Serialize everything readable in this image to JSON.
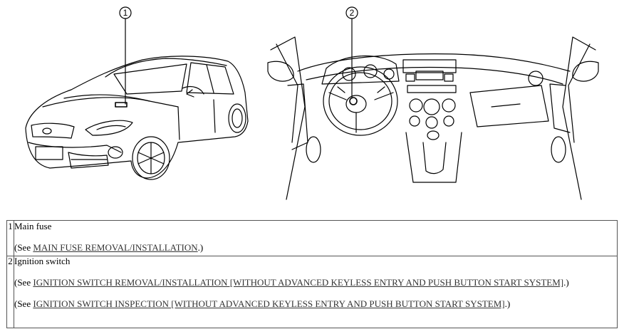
{
  "figure": {
    "callouts": [
      "1",
      "2"
    ]
  },
  "table": {
    "rows": [
      {
        "num": "1",
        "title": "Main fuse",
        "refs": [
          {
            "prefix": "(See ",
            "link": "MAIN FUSE REMOVAL/INSTALLATION",
            "suffix": ".)"
          }
        ]
      },
      {
        "num": "2",
        "title": "Ignition switch",
        "refs": [
          {
            "prefix": "(See ",
            "link": "IGNITION SWITCH REMOVAL/INSTALLATION [WITHOUT ADVANCED KEYLESS ENTRY AND PUSH BUTTON START SYSTEM]",
            "suffix": ".)"
          },
          {
            "prefix": "(See ",
            "link": "IGNITION SWITCH INSPECTION [WITHOUT ADVANCED KEYLESS ENTRY AND PUSH BUTTON START SYSTEM]",
            "suffix": ".)"
          }
        ]
      }
    ]
  }
}
